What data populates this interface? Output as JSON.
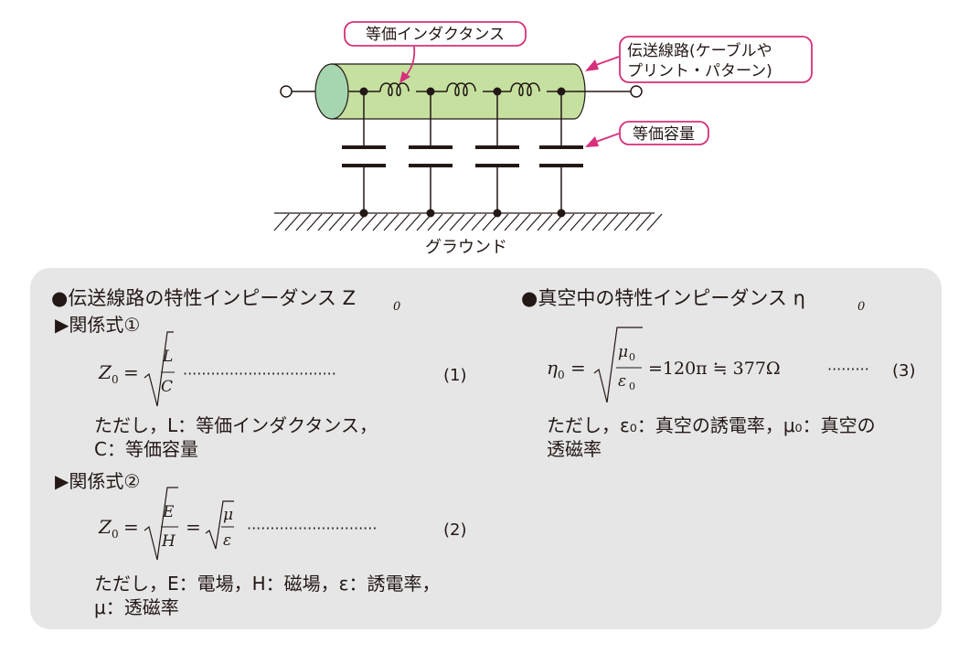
{
  "diagram": {
    "labels": {
      "inductance": "等価インダクタンス",
      "line_1": "伝送線路(ケーブルや",
      "line_2": "プリント・パターン)",
      "capacitance": "等価容量",
      "ground": "グラウンド"
    },
    "colors": {
      "cylinder": "#c5e09f",
      "cap_end": "#a6d6b0",
      "callout": "#d6307a",
      "panel": "#e6e6e6"
    }
  },
  "panel": {
    "left": {
      "heading": "●伝送線路の特性インピーダンス Z",
      "heading_sub": "0",
      "rel1": "▶関係式①",
      "eq1_lhs": "Z",
      "eq1_sub": "0",
      "eq1_num": "L",
      "eq1_den": "C",
      "eq1_dots": "·································",
      "eq1_no": "(1)",
      "note1_line1": "ただし，L：等価インダクタンス，",
      "note1_line2": "C：等価容量",
      "rel2": "▶関係式②",
      "eq2_num1": "E",
      "eq2_den1": "H",
      "eq2_num2": "μ",
      "eq2_den2": "ε",
      "eq2_dots": "····························",
      "eq2_no": "(2)",
      "note2_line1": "ただし，E：電場，H：磁場，ε：誘電率，",
      "note2_line2": "μ：透磁率"
    },
    "right": {
      "heading": "●真空中の特性インピーダンス η",
      "heading_sub": "0",
      "eq3_lhs": "η",
      "eq3_num": "μ",
      "eq3_den": "ε",
      "eq3_rhs": "=120π ≒ 377Ω",
      "eq3_dots": "·········",
      "eq3_no": "(3)",
      "note_line1": "ただし，ε₀：真空の誘電率，μ₀：真空の",
      "note_line2": "透磁率"
    }
  }
}
